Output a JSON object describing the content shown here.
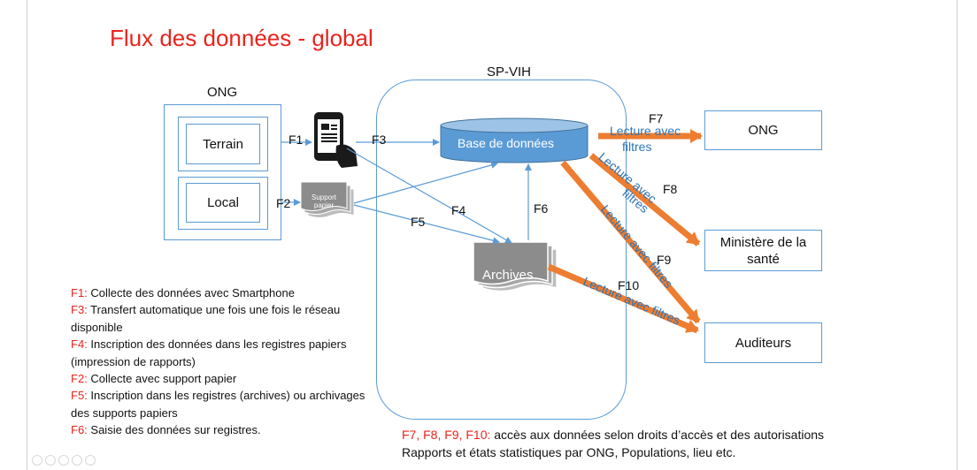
{
  "title": "Flux des données - global",
  "ong_left": {
    "label": "ONG",
    "terrain": "Terrain",
    "local": "Local"
  },
  "sp_vih": {
    "label": "SP-VIH",
    "database": "Base de données",
    "archives": "Archives"
  },
  "support_papier": "Support papier",
  "flows": {
    "f1": "F1",
    "f2": "F2",
    "f3": "F3",
    "f4": "F4",
    "f5": "F5",
    "f6": "F6",
    "f7": "F7",
    "f8": "F8",
    "f9": "F9",
    "f10": "F10"
  },
  "arrow_labels": {
    "lecture_avec": "Lecture avec",
    "filtres": "filtres",
    "lecture_avec_filtres": "Lecture avec filtres"
  },
  "right_boxes": {
    "ong": "ONG",
    "ministere": "Ministère de la santé",
    "auditeurs": "Auditeurs"
  },
  "legend": [
    {
      "key": "F1:",
      "text": " Collecte des données avec Smartphone"
    },
    {
      "key": "F3:",
      "text": " Transfert automatique une fois une fois le réseau disponible"
    },
    {
      "key": "F4:",
      "text": " Inscription des données dans les registres papiers (impression de rapports)"
    },
    {
      "key": "F2:",
      "text": " Collecte avec support papier"
    },
    {
      "key": "F5:",
      "text": " Inscription dans les registres (archives) ou archivages des supports papiers"
    },
    {
      "key": "F6:",
      "text": " Saisie des données sur registres."
    }
  ],
  "footer": {
    "key": "F7, F8, F9, F10:",
    "line1": " accès aux données selon droits d’accès et des autorisations",
    "line2": "Rapports et états statistiques par ONG, Populations, lieu etc."
  },
  "colors": {
    "title_red": "#e8241d",
    "blue": "#5b9bd5",
    "orange": "#ed7d31",
    "db_fill": "#5b9bd5",
    "paper_gray": "#8c8c8c"
  }
}
